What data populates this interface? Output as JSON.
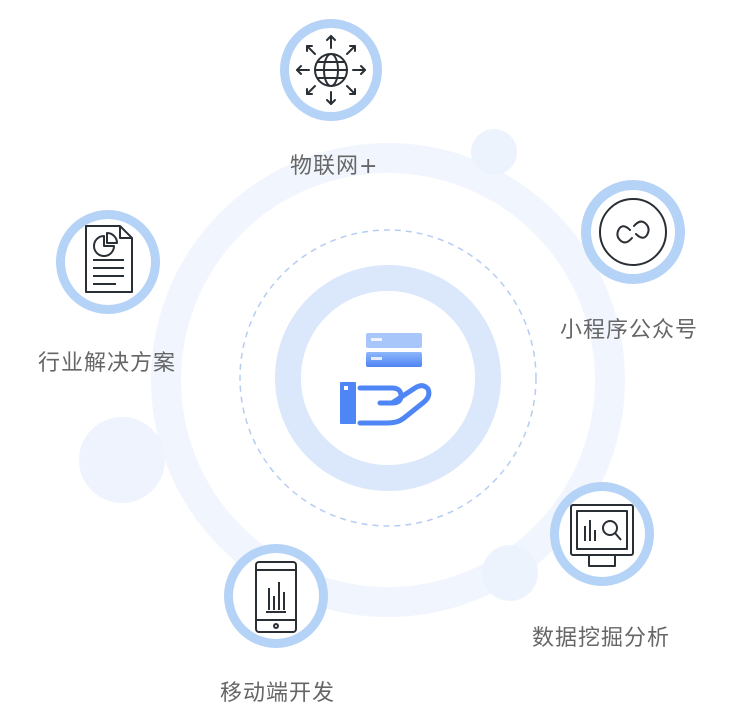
{
  "nodes": [
    {
      "id": "iot",
      "label": "物联网+",
      "icon": "globe-arrows-icon"
    },
    {
      "id": "mini_program",
      "label": "小程序公众号",
      "icon": "link-icon"
    },
    {
      "id": "industry_solution",
      "label": "行业解决方案",
      "icon": "document-chart-icon"
    },
    {
      "id": "data_mining",
      "label": "数据挖掘分析",
      "icon": "monitor-chart-icon"
    },
    {
      "id": "mobile_dev",
      "label": "移动端开发",
      "icon": "phone-chart-icon"
    }
  ],
  "center": {
    "icon": "server-hand-icon"
  },
  "colors": {
    "ring_light": "#eef3fd",
    "ring_node": "#b5d2f7",
    "center_ring": "#dde9fb",
    "dashed": "#b6cdf2",
    "icon_dark": "#2a2f35",
    "accent_blue": "#4f86f5",
    "label_text": "#666666"
  }
}
